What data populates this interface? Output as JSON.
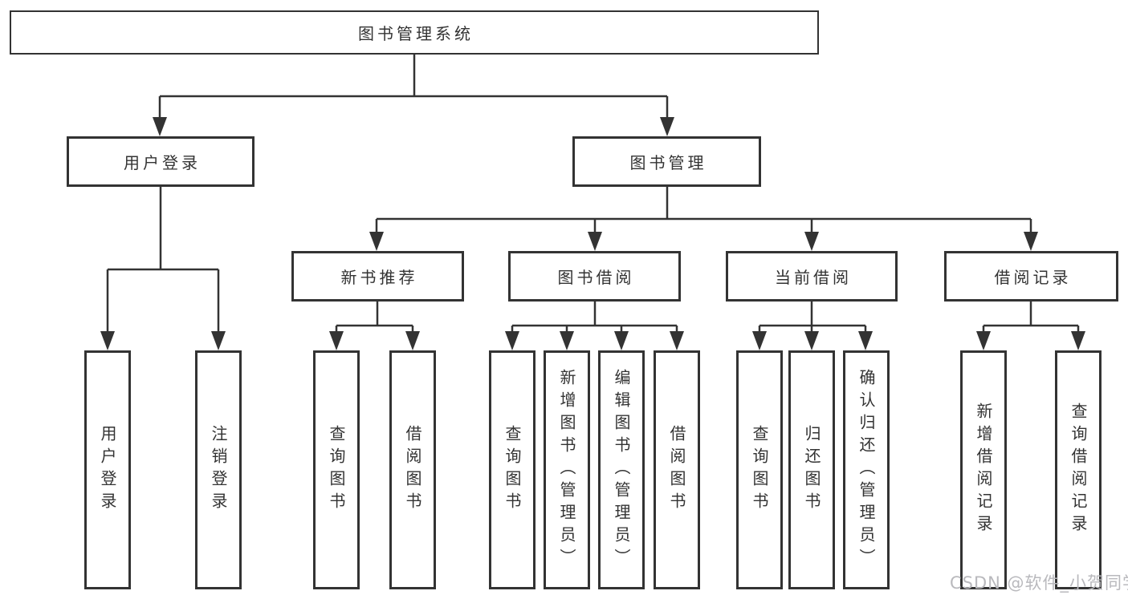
{
  "colors": {
    "line": "#333333",
    "box_border": "#333333",
    "box_fill": "#ffffff",
    "text": "#333333",
    "watermark": "#b9b9bd"
  },
  "tree": {
    "root": "图书管理系统",
    "branches": [
      {
        "label": "用户登录",
        "children": [
          "用户登录",
          "注销登录"
        ]
      },
      {
        "label": "图书管理",
        "groups": [
          {
            "label": "新书推荐",
            "children": [
              "查询图书",
              "借阅图书"
            ]
          },
          {
            "label": "图书借阅",
            "children": [
              "查询图书",
              "新增图书（管理员）",
              "编辑图书（管理员）",
              "借阅图书"
            ]
          },
          {
            "label": "当前借阅",
            "children": [
              "查询图书",
              "归还图书",
              "确认归还（管理员）"
            ]
          },
          {
            "label": "借阅记录",
            "children": [
              "新增借阅记录",
              "查询借阅记录"
            ]
          }
        ]
      }
    ]
  },
  "watermark": "CSDN @软件_小贺同学"
}
